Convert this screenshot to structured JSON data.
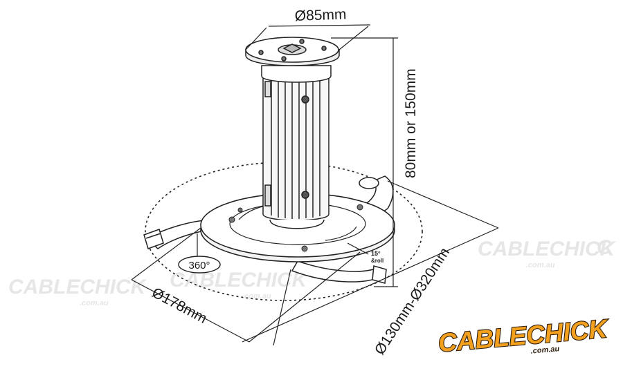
{
  "dimensions": {
    "top_plate_diameter": "Ø85mm",
    "column_height": "80mm or 150mm",
    "arm_span": "Ø130mm-Ø320mm",
    "base_diameter": "Ø178mm",
    "rotation": "360°",
    "tilt": "15°",
    "tilt_sub": "&roll"
  },
  "watermark": {
    "text": "CABLECHICK",
    "sub": ".com.au"
  },
  "logo": {
    "text": "CABLECHICK",
    "sub": ".com.au"
  },
  "colors": {
    "line": "#1a1a1a",
    "logo_fill": "#f2a01e",
    "logo_outline": "#2a1a0a"
  }
}
